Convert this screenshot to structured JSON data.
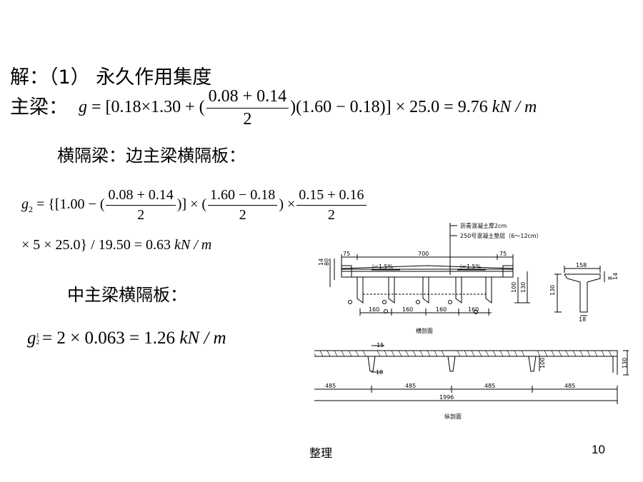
{
  "slide": {
    "heading": "解：（1） 永久作用集度",
    "main_beam_label": "主梁：",
    "diaphragm_label": "横隔梁：边主梁横隔板：",
    "middle_label": "中主梁横隔板：",
    "footer": "整理",
    "page_number": "10"
  },
  "formula1": {
    "lhs": "g",
    "eq_a": "= [0.18×1.30 + (",
    "frac_num": "0.08 + 0.14",
    "frac_den": "2",
    "eq_b": ")(1.60 − 0.18)] × 25.0 = 9.76",
    "unit": "kN / m"
  },
  "formula2": {
    "lhs": "g",
    "lhs_sub": "2",
    "part_a": "= {[1.00 − (",
    "frac1_num": "0.08 + 0.14",
    "frac1_den": "2",
    "part_b": ")] × (",
    "frac2_num": "1.60 − 0.18",
    "frac2_den": "2",
    "part_c": ") ×",
    "frac3_num": "0.15 + 0.16",
    "frac3_den": "2",
    "line2": "× 5 × 25.0} / 19.50 = 0.63",
    "unit": "kN / m"
  },
  "formula3": {
    "lhs": "g",
    "lhs_sup": "1",
    "lhs_sub": "2",
    "body": "= 2 × 0.063 = 1.26",
    "unit": "kN / m"
  },
  "drawing": {
    "note1": "沥青混凝土厚2cm",
    "note2": "250号混凝土垫层（6～12cm）",
    "cross": {
      "dim_left": "75",
      "dim_mid": "700",
      "dim_right": "75",
      "slope_left": "i=1.5%",
      "slope_right": "i=1.5%",
      "dim_h1": "100",
      "dim_h2": "130",
      "side_top": "14",
      "side_mid": "80",
      "spacings": [
        "160",
        "160",
        "160",
        "160"
      ],
      "caption": "横剖面"
    },
    "tbeam": {
      "width": "158",
      "height": "130",
      "web": "18",
      "flange_a": "14",
      "flange_b": "8"
    },
    "long": {
      "dim_top": "15",
      "dim_web": "18",
      "dim_h": "100",
      "dim_total_h": "130",
      "spans": [
        "485",
        "485",
        "485",
        "485"
      ],
      "total": "1996",
      "caption": "纵剖面"
    }
  }
}
